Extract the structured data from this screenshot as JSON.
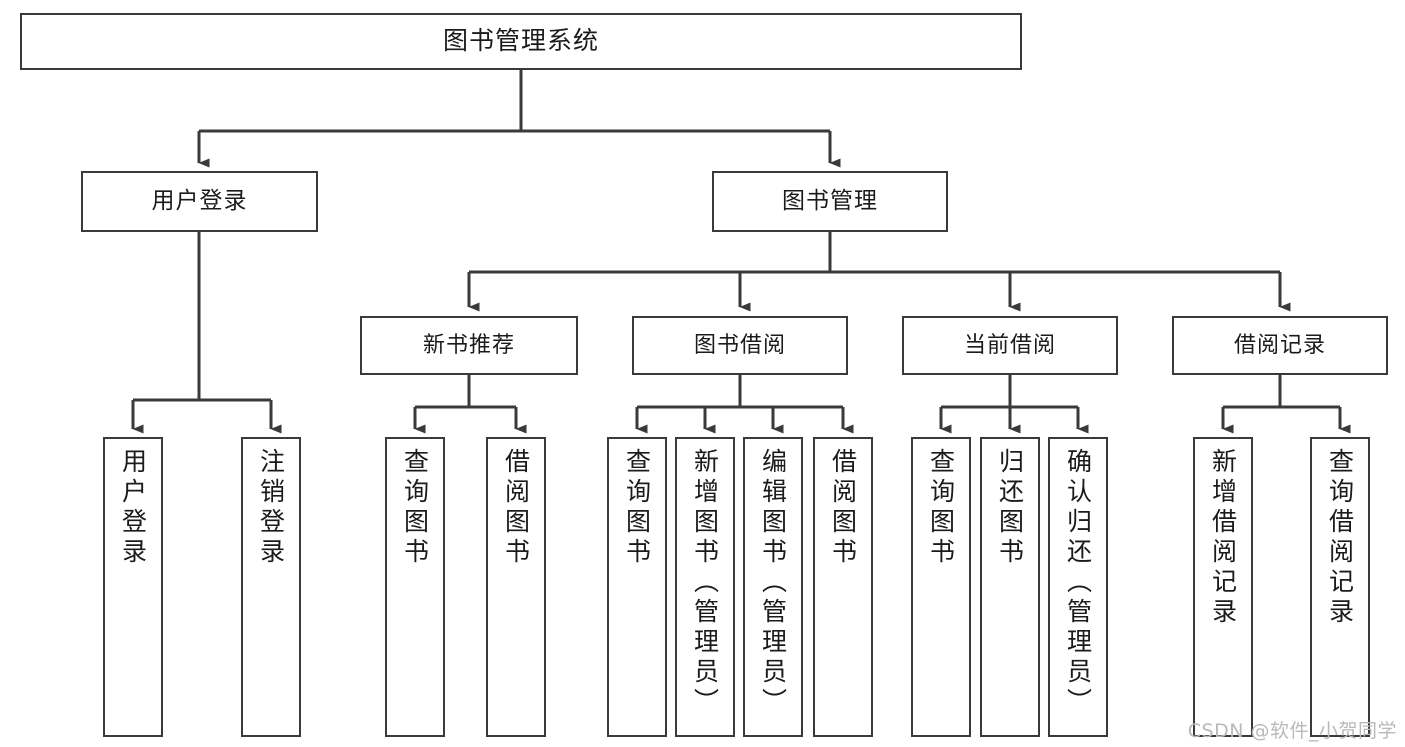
{
  "diagram": {
    "title": "图书管理系统",
    "type": "tree",
    "root": {
      "label": "图书管理系统"
    },
    "level2": [
      {
        "label": "用户登录"
      },
      {
        "label": "图书管理"
      }
    ],
    "level3": [
      {
        "label": "新书推荐"
      },
      {
        "label": "图书借阅"
      },
      {
        "label": "当前借阅"
      },
      {
        "label": "借阅记录"
      }
    ],
    "leaves": {
      "user_login": [
        {
          "label": "用户登录"
        },
        {
          "label": "注销登录"
        }
      ],
      "new_book": [
        {
          "label": "查询图书"
        },
        {
          "label": "借阅图书"
        }
      ],
      "book_borrow": [
        {
          "label": "查询图书"
        },
        {
          "label": "新增图书（管理员）"
        },
        {
          "label": "编辑图书（管理员）"
        },
        {
          "label": "借阅图书"
        }
      ],
      "current_borrow": [
        {
          "label": "查询图书"
        },
        {
          "label": "归还图书"
        },
        {
          "label": "确认归还（管理员）"
        }
      ],
      "borrow_record": [
        {
          "label": "新增借阅记录"
        },
        {
          "label": "查询借阅记录"
        }
      ]
    }
  },
  "watermark": {
    "text": "CSDN @软件_小贺同学"
  },
  "colors": {
    "stroke": "#3a3a3a",
    "box_fill": "#ffffff",
    "text": "#1b1b1b",
    "watermark": "#b9b9b9"
  }
}
